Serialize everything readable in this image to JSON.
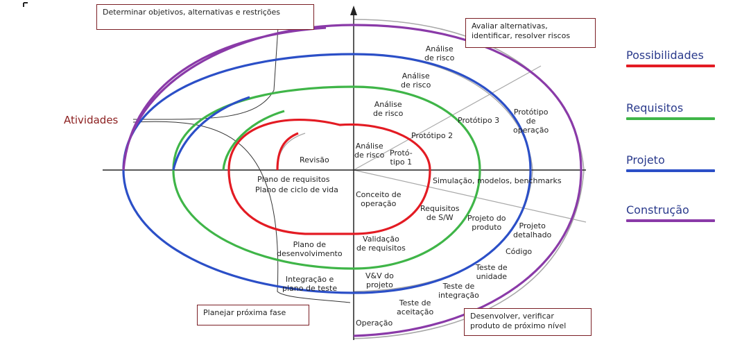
{
  "boxes": {
    "top_left": "Determinar objetivos, alternativas e restrições",
    "top_right_line1": "Avaliar alternativas,",
    "top_right_line2": "identificar, resolver riscos",
    "bottom_left": "Planejar próxima fase",
    "bottom_right_line1": "Desenvolver, verificar",
    "bottom_right_line2": "produto de próximo nível"
  },
  "activities_label": "Atividades",
  "legend": [
    {
      "label": "Possibilidades",
      "color": "#e31b23"
    },
    {
      "label": "Requisitos",
      "color": "#3fb548"
    },
    {
      "label": "Projeto",
      "color": "#2b4fc7"
    },
    {
      "label": "Construção",
      "color": "#8a3aa8"
    }
  ],
  "spiral_colors": {
    "red": "#e31b23",
    "green": "#3fb548",
    "blue": "#2b4fc7",
    "purple": "#8a3aa8",
    "gray": "#a8a8a8"
  },
  "labels": {
    "risk1_l1": "Análise",
    "risk1_l2": "de risco",
    "risk2_l1": "Análise",
    "risk2_l2": "de risco",
    "risk3_l1": "Análise",
    "risk3_l2": "de risco",
    "risk4_l1": "Análise",
    "risk4_l2": "de risco",
    "proto1_l1": "Protó-",
    "proto1_l2": "tipo 1",
    "proto2": "Protótipo 2",
    "proto3": "Protótipo 3",
    "proto_op_l1": "Protótipo",
    "proto_op_l2": "de",
    "proto_op_l3": "operação",
    "revisao": "Revisão",
    "plano_req": "Plano de requisitos",
    "plano_ciclo": "Plano de ciclo de vida",
    "conceito_l1": "Conceito de",
    "conceito_l2": "operação",
    "simulacao": "Simulação, modelos, benchmarks",
    "req_sw_l1": "Requisitos",
    "req_sw_l2": "de S/W",
    "proj_prod_l1": "Projeto do",
    "proj_prod_l2": "produto",
    "proj_det_l1": "Projeto",
    "proj_det_l2": "detalhado",
    "codigo": "Código",
    "plano_des_l1": "Plano de",
    "plano_des_l2": "desenvolvimento",
    "valid_l1": "Validação",
    "valid_l2": "de requisitos",
    "integ_l1": "Integração e",
    "integ_l2": "plano de teste",
    "vv_l1": "V&V do",
    "vv_l2": "projeto",
    "teste_un_l1": "Teste de",
    "teste_un_l2": "unidade",
    "teste_int_l1": "Teste de",
    "teste_int_l2": "integração",
    "teste_ac_l1": "Teste de",
    "teste_ac_l2": "aceitação",
    "operacao": "Operação"
  }
}
